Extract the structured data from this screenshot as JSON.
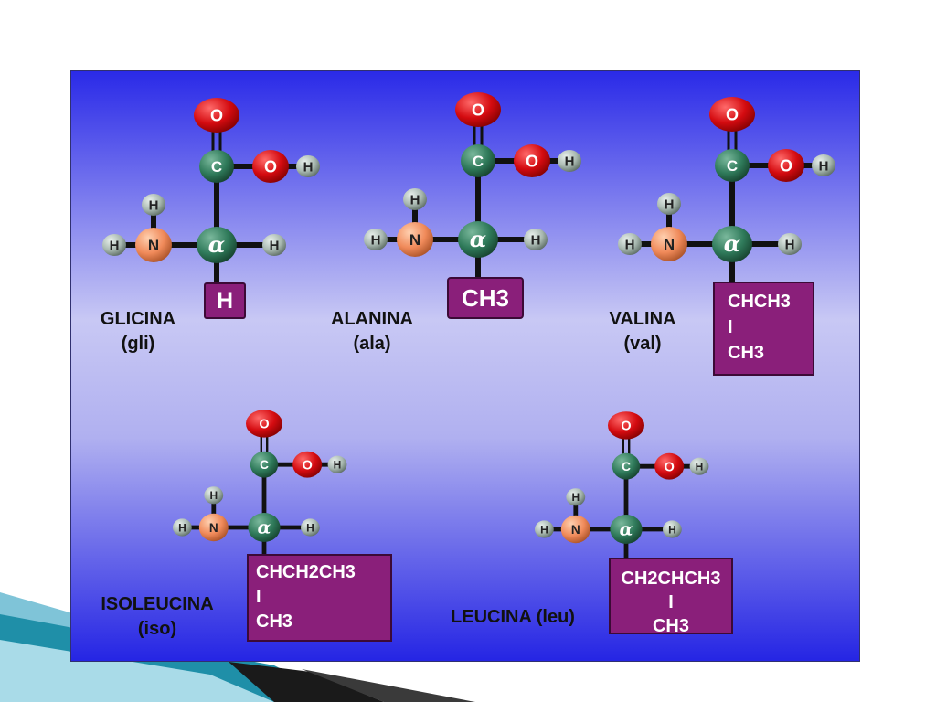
{
  "colors": {
    "panel_top": "#2a2ae8",
    "panel_mid": "#c8c8f4",
    "panel_bottom": "#2424e4",
    "oxygen": "#d40b10",
    "carbon": "#2f7a5a",
    "nitrogen": "#f08a5a",
    "hydrogen": "#a8b8b0",
    "bond": "#111111",
    "group_fill": "#8a1f7a",
    "accent_teal": "#1f8fa8"
  },
  "atoms": {
    "oxygen": "O",
    "carbon": "C",
    "nitrogen": "N",
    "hydrogen": "H",
    "alpha": "α"
  },
  "molecules": [
    {
      "id": "glicina",
      "name": "GLICINA",
      "abbr": "(gli)",
      "r_group": [
        "H"
      ]
    },
    {
      "id": "alanina",
      "name": "ALANINA",
      "abbr": "(ala)",
      "r_group": [
        "CH3"
      ]
    },
    {
      "id": "valina",
      "name": "VALINA",
      "abbr": "(val)",
      "r_group": [
        "CHCH3",
        "I",
        "CH3"
      ]
    },
    {
      "id": "isoleucina",
      "name": "ISOLEUCINA",
      "abbr": "(iso)",
      "r_group": [
        "CHCH2CH3",
        "I",
        "CH3"
      ]
    },
    {
      "id": "leucina",
      "name": "LEUCINA (leu)",
      "abbr": "",
      "r_group": [
        "CH2CHCH3",
        "I",
        "CH3"
      ]
    }
  ]
}
